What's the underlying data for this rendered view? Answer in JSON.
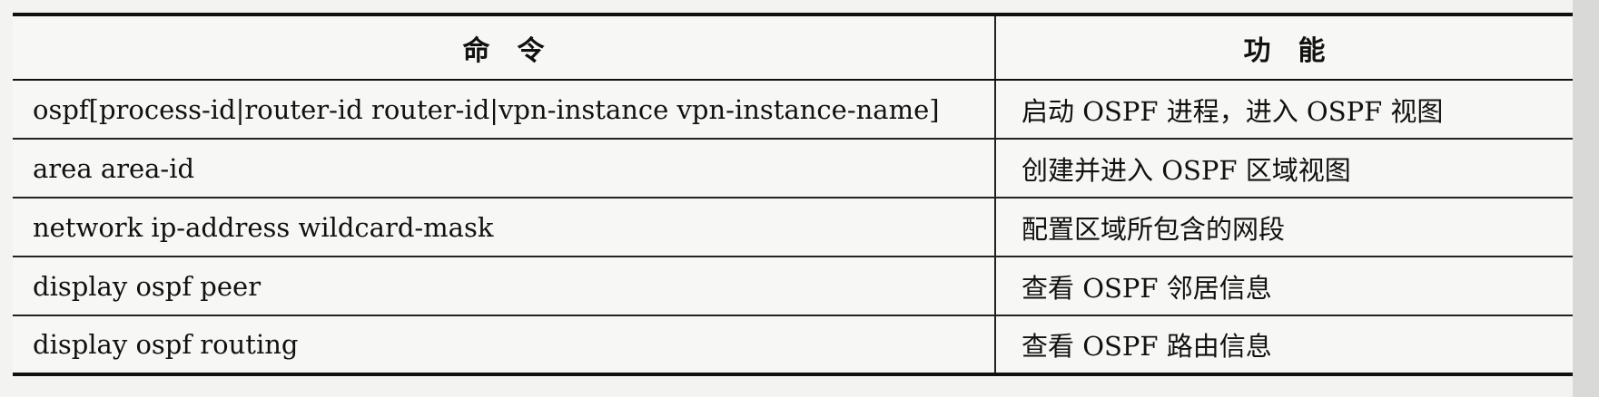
{
  "table": {
    "headers": [
      "命令",
      "功能"
    ],
    "rows": [
      {
        "command": "ospf[process-id|router-id router-id|vpn-instance vpn-instance-name]",
        "function": "启动 OSPF 进程，进入 OSPF 视图"
      },
      {
        "command": "area area-id",
        "function": "创建并进入 OSPF 区域视图"
      },
      {
        "command": "network ip-address wildcard-mask",
        "function": "配置区域所包含的网段"
      },
      {
        "command": "display ospf peer",
        "function": "查看 OSPF 邻居信息"
      },
      {
        "command": "display ospf routing",
        "function": "查看 OSPF 路由信息"
      }
    ]
  }
}
